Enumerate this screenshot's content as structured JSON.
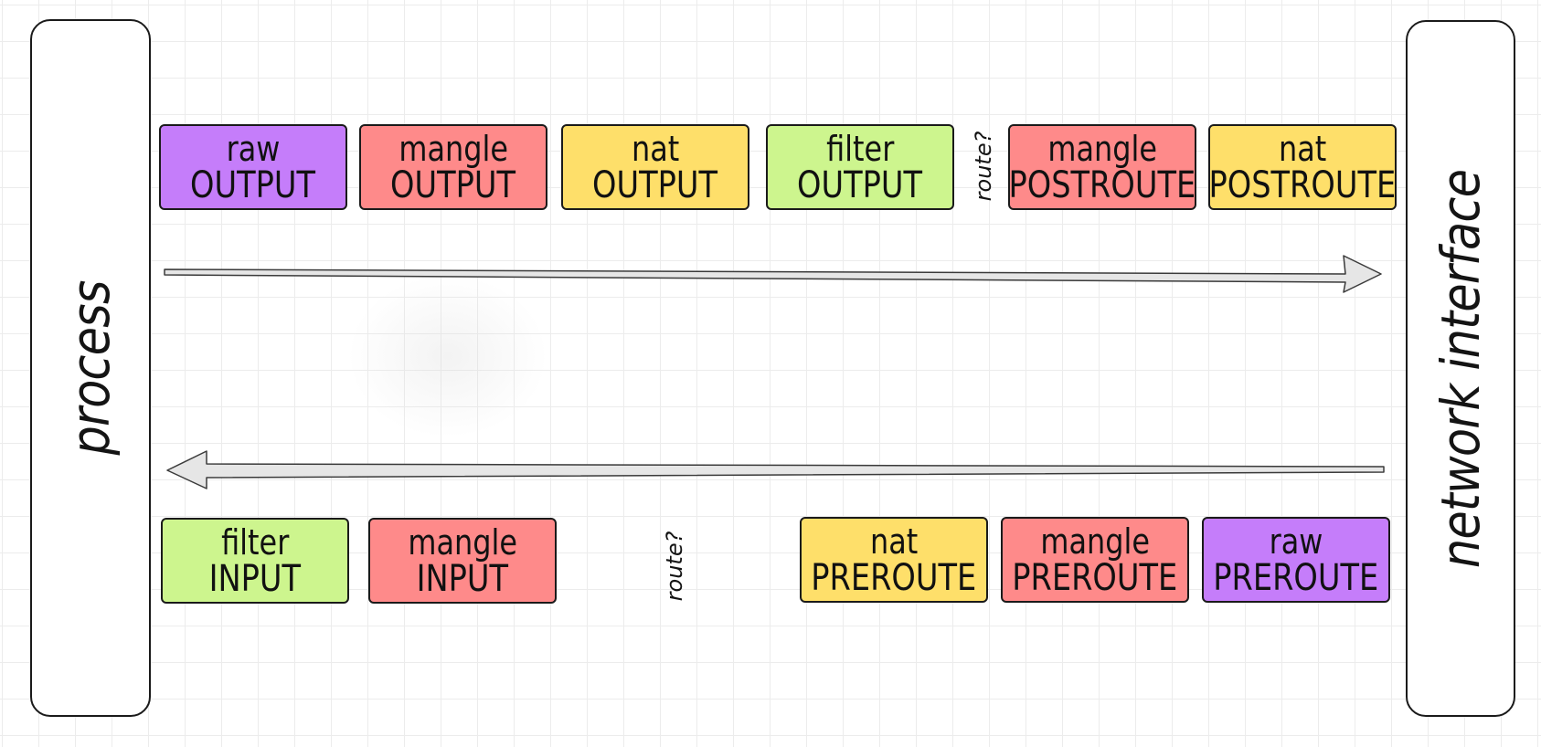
{
  "pillars": {
    "left": "process",
    "right": "network interface"
  },
  "outgoing": [
    {
      "table": "raw",
      "hook": "OUTPUT",
      "color": "#c57dfa"
    },
    {
      "table": "mangle",
      "hook": "OUTPUT",
      "color": "#fe8a8a"
    },
    {
      "table": "nat",
      "hook": "OUTPUT",
      "color": "#fedf6a"
    },
    {
      "table": "filter",
      "hook": "OUTPUT",
      "color": "#cdf58e"
    },
    {
      "table": "mangle",
      "hook": "POSTROUTE",
      "color": "#fe8a8a"
    },
    {
      "table": "nat",
      "hook": "POSTROUTE",
      "color": "#fedf6a"
    }
  ],
  "incoming": [
    {
      "table": "filter",
      "hook": "INPUT",
      "color": "#cdf58e"
    },
    {
      "table": "mangle",
      "hook": "INPUT",
      "color": "#fe8a8a"
    },
    {
      "table": "nat",
      "hook": "PREROUTE",
      "color": "#fedf6a"
    },
    {
      "table": "mangle",
      "hook": "PREROUTE",
      "color": "#fe8a8a"
    },
    {
      "table": "raw",
      "hook": "PREROUTE",
      "color": "#c57dfa"
    }
  ],
  "route_labels": {
    "outgoing": "route?",
    "incoming": "route?"
  }
}
